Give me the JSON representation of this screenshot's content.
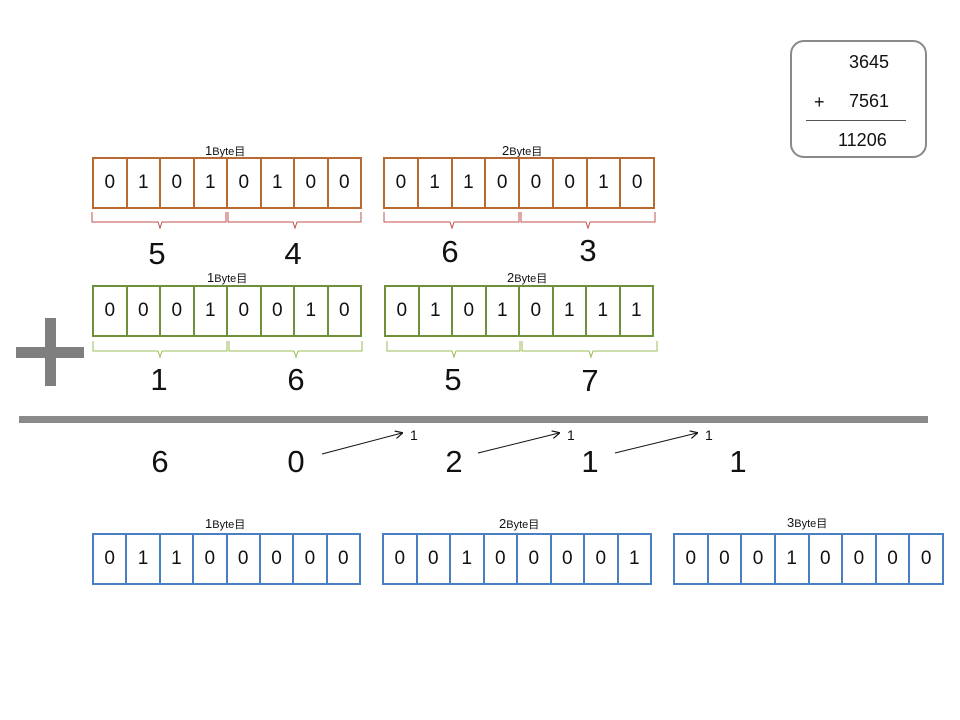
{
  "calc": {
    "a": "3645",
    "plus": "+",
    "b": "7561",
    "result": "11206"
  },
  "top_row": {
    "bytes": [
      {
        "label": "1",
        "label_sub": "Byte目",
        "bits": [
          "0",
          "1",
          "0",
          "1",
          "0",
          "1",
          "0",
          "0"
        ]
      },
      {
        "label": "2",
        "label_sub": "Byte目",
        "bits": [
          "0",
          "1",
          "1",
          "0",
          "0",
          "0",
          "1",
          "0"
        ]
      }
    ],
    "digits": [
      "5",
      "4",
      "6",
      "3"
    ]
  },
  "middle_row": {
    "bytes": [
      {
        "label": "1",
        "label_sub": "Byte目",
        "bits": [
          "0",
          "0",
          "0",
          "1",
          "0",
          "0",
          "1",
          "0"
        ]
      },
      {
        "label": "2",
        "label_sub": "Byte目",
        "bits": [
          "0",
          "1",
          "0",
          "1",
          "0",
          "1",
          "1",
          "1"
        ]
      }
    ],
    "digits": [
      "1",
      "6",
      "5",
      "7"
    ]
  },
  "result_digits": [
    "6",
    "0",
    "2",
    "1",
    "1"
  ],
  "carries": [
    "1",
    "1",
    "1"
  ],
  "bottom_row": {
    "bytes": [
      {
        "label": "1",
        "label_sub": "Byte目",
        "bits": [
          "0",
          "1",
          "1",
          "0",
          "0",
          "0",
          "0",
          "0"
        ]
      },
      {
        "label": "2",
        "label_sub": "Byte目",
        "bits": [
          "0",
          "0",
          "1",
          "0",
          "0",
          "0",
          "0",
          "1"
        ]
      },
      {
        "label": "3",
        "label_sub": "Byte目",
        "bits": [
          "0",
          "0",
          "0",
          "1",
          "0",
          "0",
          "0",
          "0"
        ]
      }
    ]
  },
  "colors": {
    "top": "#b86a30",
    "middle": "#6f8f3a",
    "bottom": "#4a7fc4",
    "rule": "#8a8a8a"
  }
}
